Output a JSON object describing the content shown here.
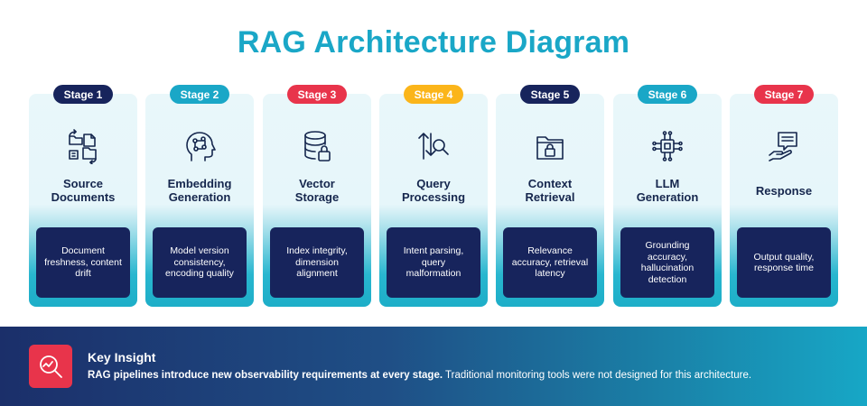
{
  "title": "RAG Architecture Diagram",
  "stages": [
    {
      "badge": "Stage 1",
      "badge_color": "#17245c",
      "name": "Source\nDocuments",
      "metric": "Document freshness, content drift",
      "icon": "documents-sync-icon"
    },
    {
      "badge": "Stage 2",
      "badge_color": "#1aa7c7",
      "name": "Embedding\nGeneration",
      "metric": "Model version consistency, encoding quality",
      "icon": "ai-head-icon"
    },
    {
      "badge": "Stage 3",
      "badge_color": "#e8344b",
      "name": "Vector\nStorage",
      "metric": "Index integrity, dimension alignment",
      "icon": "database-lock-icon"
    },
    {
      "badge": "Stage 4",
      "badge_color": "#fbb51a",
      "name": "Query\nProcessing",
      "metric": "Intent parsing, query malformation",
      "icon": "sort-search-icon"
    },
    {
      "badge": "Stage 5",
      "badge_color": "#17245c",
      "name": "Context\nRetrieval",
      "metric": "Relevance accuracy, retrieval latency",
      "icon": "folder-lock-icon"
    },
    {
      "badge": "Stage 6",
      "badge_color": "#1aa7c7",
      "name": "LLM\nGeneration",
      "metric": "Grounding accuracy, hallucination detection",
      "icon": "chip-icon"
    },
    {
      "badge": "Stage 7",
      "badge_color": "#e8344b",
      "name": "Response",
      "metric": "Output quality, response time",
      "icon": "hand-message-icon"
    }
  ],
  "insight": {
    "title": "Key Insight",
    "bold": "RAG pipelines introduce new observability requirements at every stage.",
    "text": " Traditional monitoring tools were not designed for this architecture.",
    "icon": "magnifier-chart-icon",
    "icon_color": "#e8344b"
  }
}
